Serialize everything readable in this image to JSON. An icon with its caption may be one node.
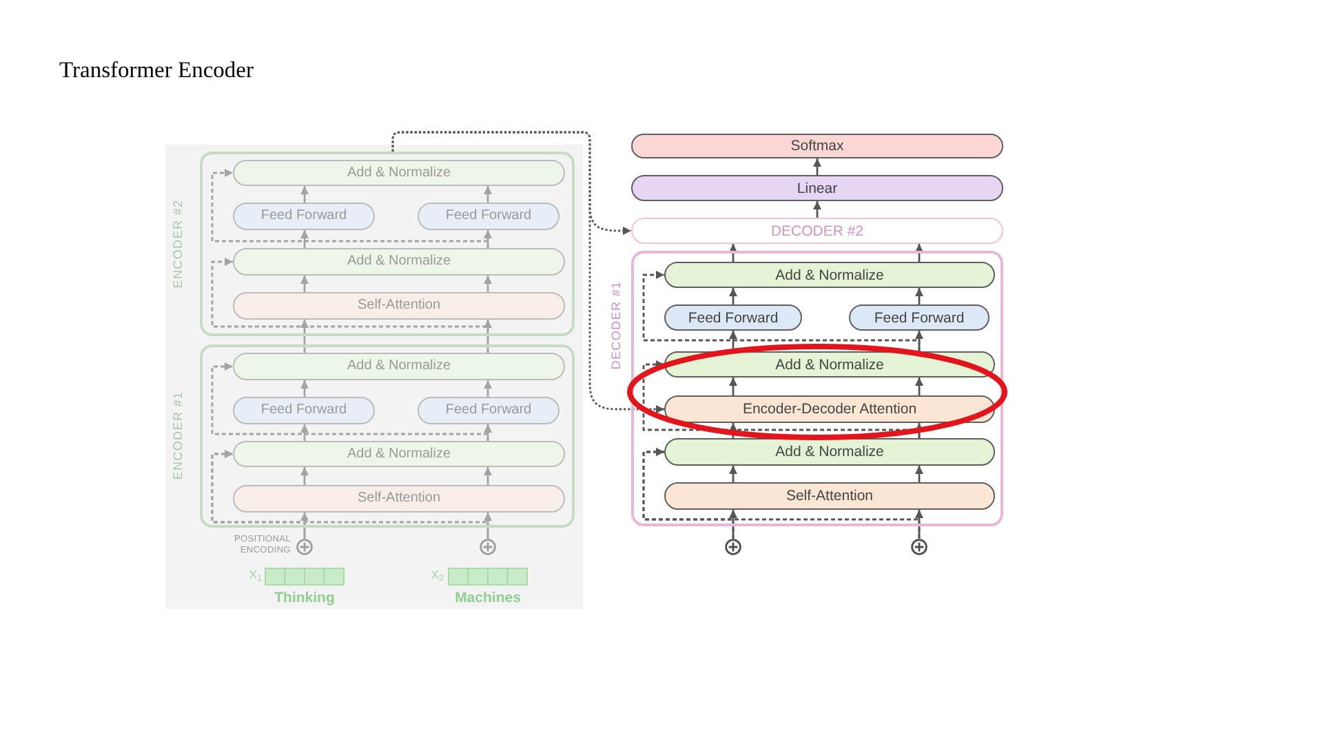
{
  "diagram": {
    "title": "Transformer Encoder",
    "nodes": [
      {
        "text": [
          "ENCODER #2"
        ]
      },
      {
        "text": [
          "Add & Normalize"
        ],
        "in": 0
      },
      {
        "text": [
          "Feed Forward"
        ],
        "in": 0
      },
      {
        "text": [
          "Feed Forward"
        ],
        "in": 0
      },
      {
        "text": [
          "Add & Normalize"
        ],
        "in": 0
      },
      {
        "text": [
          "Self-Attention"
        ],
        "in": 0
      },
      {
        "text": [
          "ENCODER #1"
        ]
      },
      {
        "text": [
          "Add & Normalize"
        ],
        "in": 6
      },
      {
        "text": [
          "Feed Forward"
        ],
        "in": 6
      },
      {
        "text": [
          "Feed Forward"
        ],
        "in": 6
      },
      {
        "text": [
          "Add & Normalize"
        ],
        "in": 6
      },
      {
        "text": [
          "Self-Attention"
        ],
        "in": 6
      },
      {
        "text": [],
        "shape": "circle",
        "beside": [
          "POSITIONAL ENCODING"
        ]
      },
      {
        "text": [],
        "shape": "circle"
      },
      {
        "text": [
          "Softmax"
        ]
      },
      {
        "text": [
          "Linear"
        ]
      },
      {
        "text": [
          "DECODER #2"
        ]
      },
      {
        "text": [
          "DECODER #1"
        ]
      },
      {
        "text": [
          "Add & Normalize"
        ],
        "in": 17
      },
      {
        "text": [
          "Feed Forward"
        ],
        "in": 17
      },
      {
        "text": [
          "Feed Forward"
        ],
        "in": 17
      },
      {
        "text": [
          "Add & Normalize"
        ],
        "in": 17
      },
      {
        "text": [
          "Encoder-Decoder Attention"
        ],
        "in": 17
      },
      {
        "text": [
          "Add & Normalize"
        ],
        "in": 17
      },
      {
        "text": [
          "Self-Attention"
        ],
        "in": 17
      },
      {
        "text": [],
        "shape": "circle"
      },
      {
        "text": [],
        "shape": "circle"
      }
    ],
    "edges": [
      {
        "from": 12,
        "to": 11,
        "arrow": "to",
        "color": "#a3a3a3"
      },
      {
        "from": 13,
        "to": 11,
        "arrow": "to",
        "color": "#a3a3a3"
      },
      {
        "from": 12,
        "to": 10,
        "arrow": "to",
        "style": "dashed",
        "color": "#a3a3a3"
      },
      {
        "from": 13,
        "to": 10,
        "arrow": "to",
        "style": "dashed",
        "color": "#a3a3a3"
      },
      {
        "from": 11,
        "to": 10,
        "arrow": "to",
        "color": "#a3a3a3"
      },
      {
        "from": 11,
        "to": 10,
        "arrow": "to",
        "color": "#a3a3a3"
      },
      {
        "from": 10,
        "to": 8,
        "arrow": "to",
        "color": "#a3a3a3"
      },
      {
        "from": 10,
        "to": 9,
        "arrow": "to",
        "color": "#a3a3a3"
      },
      {
        "from": 10,
        "to": 7,
        "arrow": "to",
        "style": "dashed",
        "color": "#a3a3a3"
      },
      {
        "from": 8,
        "to": 7,
        "arrow": "to",
        "color": "#a3a3a3"
      },
      {
        "from": 9,
        "to": 7,
        "arrow": "to",
        "color": "#a3a3a3"
      },
      {
        "from": 7,
        "to": 5,
        "arrow": "to",
        "color": "#a3a3a3"
      },
      {
        "from": 7,
        "to": 5,
        "arrow": "to",
        "color": "#a3a3a3"
      },
      {
        "from": 7,
        "to": 4,
        "arrow": "to",
        "style": "dashed",
        "color": "#a3a3a3"
      },
      {
        "from": 5,
        "to": 4,
        "arrow": "to",
        "color": "#a3a3a3"
      },
      {
        "from": 5,
        "to": 4,
        "arrow": "to",
        "color": "#a3a3a3"
      },
      {
        "from": 4,
        "to": 2,
        "arrow": "to",
        "color": "#a3a3a3"
      },
      {
        "from": 4,
        "to": 3,
        "arrow": "to",
        "color": "#a3a3a3"
      },
      {
        "from": 4,
        "to": 1,
        "arrow": "to",
        "style": "dashed",
        "color": "#a3a3a3"
      },
      {
        "from": 2,
        "to": 1,
        "arrow": "to",
        "color": "#a3a3a3"
      },
      {
        "from": 3,
        "to": 1,
        "arrow": "to",
        "color": "#a3a3a3"
      },
      {
        "from": 0,
        "to": 16,
        "arrow": "to",
        "style": "dashed"
      },
      {
        "from": 0,
        "to": 22,
        "arrow": "to",
        "style": "dashed"
      },
      {
        "from": 25,
        "to": 24,
        "arrow": "to"
      },
      {
        "from": 26,
        "to": 24,
        "arrow": "to"
      },
      {
        "from": 25,
        "to": 23,
        "arrow": "to",
        "style": "dashed"
      },
      {
        "from": 26,
        "to": 23,
        "arrow": "to",
        "style": "dashed"
      },
      {
        "from": 24,
        "to": 23,
        "arrow": "to"
      },
      {
        "from": 24,
        "to": 23,
        "arrow": "to"
      },
      {
        "from": 23,
        "to": 22,
        "arrow": "to"
      },
      {
        "from": 23,
        "to": 22,
        "arrow": "to"
      },
      {
        "from": 23,
        "to": 21,
        "arrow": "to",
        "style": "dashed"
      },
      {
        "from": 22,
        "to": 21,
        "arrow": "to"
      },
      {
        "from": 22,
        "to": 21,
        "arrow": "to"
      },
      {
        "from": 21,
        "to": 19,
        "arrow": "to"
      },
      {
        "from": 21,
        "to": 20,
        "arrow": "to"
      },
      {
        "from": 21,
        "to": 18,
        "arrow": "to",
        "style": "dashed"
      },
      {
        "from": 19,
        "to": 18,
        "arrow": "to"
      },
      {
        "from": 20,
        "to": 18,
        "arrow": "to"
      },
      {
        "from": 18,
        "to": 16,
        "arrow": "to"
      },
      {
        "from": 18,
        "to": 16,
        "arrow": "to"
      },
      {
        "from": 16,
        "to": 15,
        "arrow": "to"
      },
      {
        "from": 15,
        "to": 14,
        "arrow": "to"
      }
    ],
    "labels": [
      "X$_{1}$",
      "X$_{2}$",
      "Thinking",
      "Machines"
    ]
  }
}
